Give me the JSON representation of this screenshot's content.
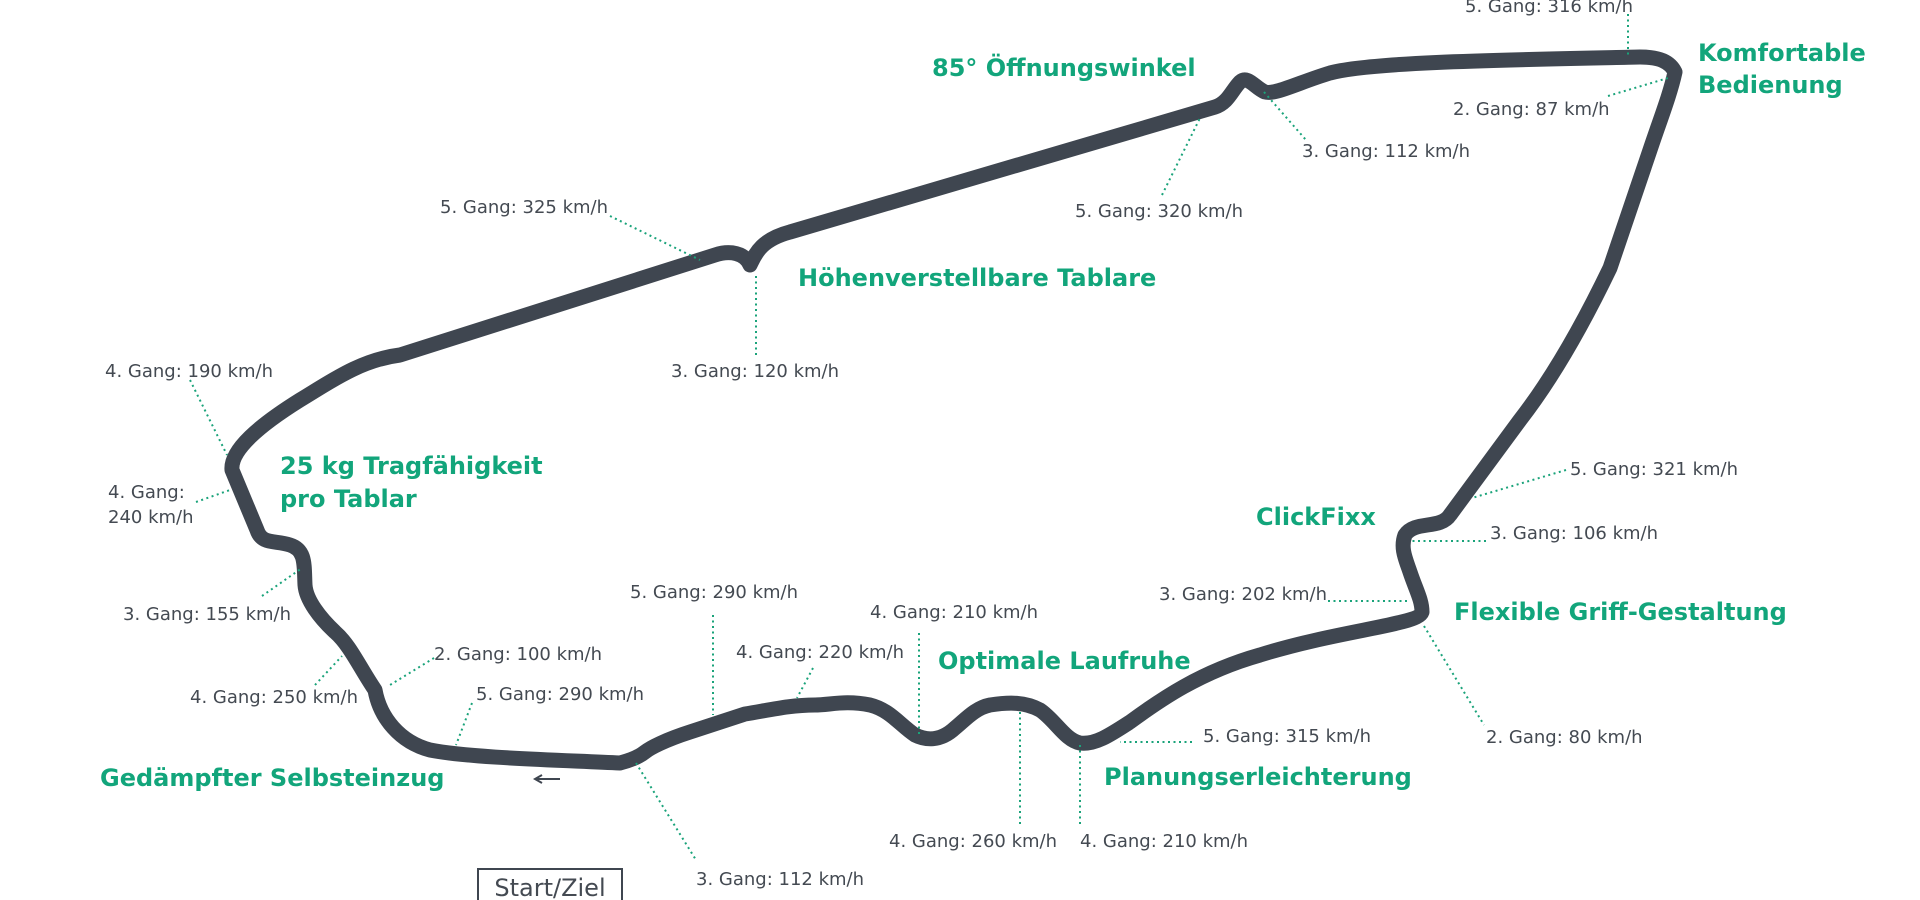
{
  "start_label": "Start/Ziel",
  "features": [
    {
      "id": "f-oeffnung",
      "text": "85° Öffnungswinkel"
    },
    {
      "id": "f-komfort1",
      "text": "Komfortable"
    },
    {
      "id": "f-komfort2",
      "text": "Bedienung"
    },
    {
      "id": "f-hoehen",
      "text": "Höhenverstellbare Tablare"
    },
    {
      "id": "f-trag1",
      "text": "25 kg Tragfähigkeit"
    },
    {
      "id": "f-trag2",
      "text": "pro Tablar"
    },
    {
      "id": "f-clickfixx",
      "text": "ClickFixx"
    },
    {
      "id": "f-griff",
      "text": "Flexible Griff-Gestaltung"
    },
    {
      "id": "f-laufruhe",
      "text": "Optimale Laufruhe"
    },
    {
      "id": "f-planung",
      "text": "Planungserleichterung"
    },
    {
      "id": "f-selbsteinzug",
      "text": "Gedämpfter Selbsteinzug"
    }
  ],
  "gear_labels": [
    {
      "id": "g-top",
      "text": "5. Gang: 316 km/h"
    },
    {
      "id": "g-87",
      "text": "2. Gang: 87 km/h"
    },
    {
      "id": "g-112a",
      "text": "3. Gang: 112 km/h"
    },
    {
      "id": "g-320",
      "text": "5. Gang: 320 km/h"
    },
    {
      "id": "g-325",
      "text": "5. Gang: 325 km/h"
    },
    {
      "id": "g-120",
      "text": "3. Gang: 120 km/h"
    },
    {
      "id": "g-190",
      "text": "4. Gang: 190 km/h"
    },
    {
      "id": "g-240a",
      "text": "4. Gang:"
    },
    {
      "id": "g-240b",
      "text": "240 km/h"
    },
    {
      "id": "g-155",
      "text": "3. Gang: 155 km/h"
    },
    {
      "id": "g-100",
      "text": "2. Gang: 100 km/h"
    },
    {
      "id": "g-250",
      "text": "4. Gang: 250 km/h"
    },
    {
      "id": "g-290b",
      "text": "5. Gang: 290 km/h"
    },
    {
      "id": "g-290a",
      "text": "5. Gang: 290 km/h"
    },
    {
      "id": "g-220",
      "text": "4. Gang: 220 km/h"
    },
    {
      "id": "g-210a",
      "text": "4. Gang: 210 km/h"
    },
    {
      "id": "g-321",
      "text": "5. Gang: 321 km/h"
    },
    {
      "id": "g-106",
      "text": "3. Gang: 106 km/h"
    },
    {
      "id": "g-202",
      "text": "3. Gang: 202 km/h"
    },
    {
      "id": "g-80",
      "text": "2. Gang: 80 km/h"
    },
    {
      "id": "g-315",
      "text": "5. Gang: 315 km/h"
    },
    {
      "id": "g-260",
      "text": "4. Gang: 260 km/h"
    },
    {
      "id": "g-210b",
      "text": "4. Gang: 210 km/h"
    },
    {
      "id": "g-112b",
      "text": "3. Gang: 112 km/h"
    }
  ],
  "colors": {
    "track": "#3f4650",
    "accent": "#12a57b",
    "text": "#444a52"
  }
}
